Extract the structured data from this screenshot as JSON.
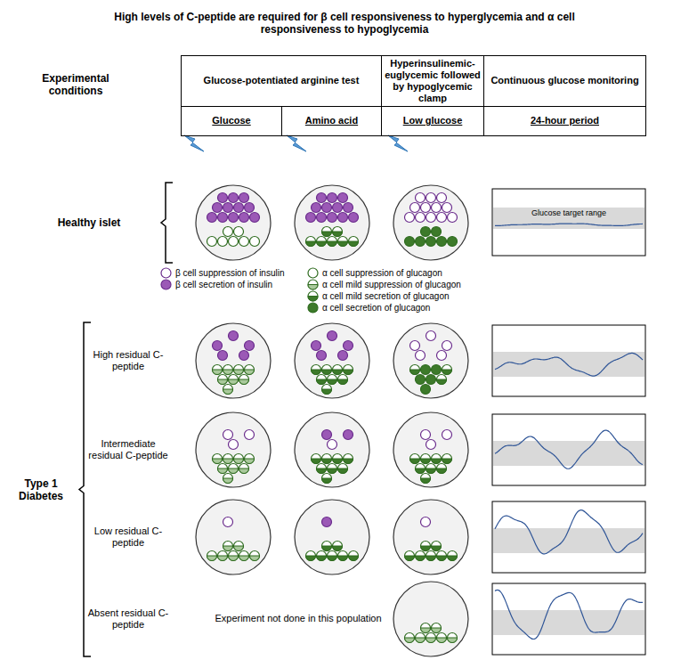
{
  "diagram": {
    "title": "High levels of C-peptide are required for β cell responsiveness to hyperglycemia and α cell responsiveness to hypoglycemia",
    "nodes": [
      {
        "text": [
          "Glucose-potentiated arginine test"
        ]
      },
      {
        "text": [
          "Hyperinsulinemic-euglycemic followed by hypoglycemic clamp"
        ]
      },
      {
        "text": [
          "Continuous glucose monitoring"
        ]
      },
      {
        "text": [
          "Glucose"
        ]
      },
      {
        "text": [
          "Amino acid"
        ]
      },
      {
        "text": [
          "Low glucose"
        ]
      },
      {
        "text": [
          "24-hour period"
        ]
      },
      {
        "text": [
          "Glucose target range"
        ]
      }
    ],
    "labels": [
      "Experimental conditions",
      "Healthy islet",
      "High residual C-peptide",
      "Intermediate residual C-peptide",
      "Low residual C-peptide",
      "Absent residual C-peptide",
      "Experiment not done in this population",
      "Type 1 Diabetes"
    ],
    "legend": [
      {
        "text": "β cell suppression of insulin"
      },
      {
        "text": "β cell secretion of insulin"
      },
      {
        "text": "α cell suppression of glucagon"
      },
      {
        "text": "α cell mild suppression of glucagon"
      },
      {
        "text": "α cell mild secretion of glucagon"
      },
      {
        "text": "α cell secretion of glucagon"
      }
    ]
  }
}
